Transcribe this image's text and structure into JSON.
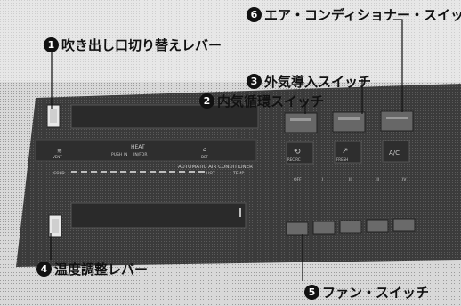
{
  "callouts": {
    "c1": {
      "num": "1",
      "text": "吹き出し口切り替えレバー"
    },
    "c2": {
      "num": "2",
      "text": "内気循環スイッチ"
    },
    "c3": {
      "num": "3",
      "text": "外気導入スイッチ"
    },
    "c4": {
      "num": "4",
      "text": "温度調整レバー"
    },
    "c5": {
      "num": "5",
      "text": "ファン・スイッチ"
    },
    "c6": {
      "num": "6",
      "text": "エア・コンディショナー・スイッチ"
    }
  },
  "panel": {
    "heat": "HEAT",
    "push_in": "PUSH IN",
    "in_for": "IN/FOR",
    "vent": "VENT",
    "def": "DEF",
    "auto": "AUTOMATIC AIR CONDITIONER",
    "cold": "COLD",
    "hot": "HOT",
    "temp": "TEMP",
    "recirc": "RECIRC",
    "fresh": "FRESH",
    "ac": "A/C",
    "off": "OFF",
    "fan": [
      "I",
      "II",
      "III",
      "IV"
    ]
  },
  "colors": {
    "panel": "#3a3a3a",
    "button": "#6a6a6a",
    "ink": "#111111"
  }
}
